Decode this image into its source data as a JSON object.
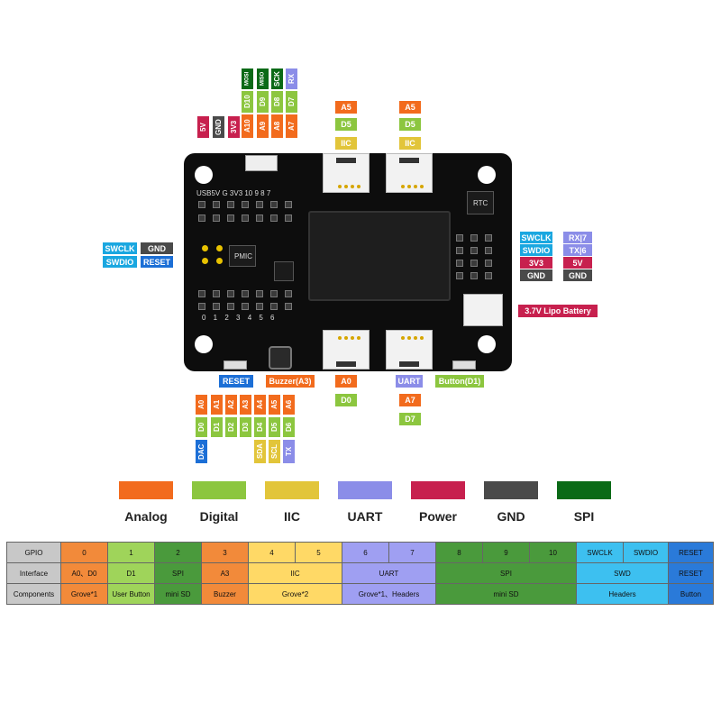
{
  "colors": {
    "analog": "#f26b1d",
    "digital": "#8cc63f",
    "iic": "#e2c53a",
    "uart": "#8b8de8",
    "power": "#c7204e",
    "gnd": "#4a4a4a",
    "spi": "#0b6a17",
    "swd": "#1aa7e0",
    "reset": "#1c6fd6"
  },
  "top_header": {
    "power_pins": [
      "5V",
      "GND",
      "3V3"
    ],
    "gpio_cols": [
      {
        "analog": "A10",
        "digital": "D10",
        "spi": "MOSI"
      },
      {
        "analog": "A9",
        "digital": "D9",
        "spi": "MISO"
      },
      {
        "analog": "A8",
        "digital": "D8",
        "spi": "SCK"
      },
      {
        "analog": "A7",
        "digital": "D7",
        "uart": "RX"
      }
    ]
  },
  "grove_top_left": [
    "A5",
    "D5",
    "IIC"
  ],
  "grove_top_right": [
    "A5",
    "D5",
    "IIC"
  ],
  "left_labels": {
    "swclk": "SWCLK",
    "gnd": "GND",
    "swdio": "SWDIO",
    "reset": "RESET"
  },
  "right_labels": {
    "swclk": "SWCLK",
    "rx": "RX|7",
    "swdio": "SWDIO",
    "tx": "TX|6",
    "v33": "3V3",
    "v5": "5V",
    "gnd1": "GND",
    "gnd2": "GND",
    "battery": "3.7V Lipo Battery"
  },
  "board": {
    "rtc": "RTC",
    "pmic": "PMIC",
    "top_row_label": "USB5V  G  3V3  10  9  8  7",
    "bottom_row_label": "0  1  2  3  4  5  6"
  },
  "bottom_labels": {
    "reset": "RESET",
    "buzzer": "Buzzer(A3)",
    "uart": "UART",
    "button": "Button(D1)",
    "grove_a0": "A0",
    "grove_d0": "D0",
    "grove_a7": "A7",
    "grove_d7": "D7"
  },
  "bottom_header": {
    "analog": [
      "A0",
      "A1",
      "A2",
      "A3",
      "A4",
      "A5",
      "A6"
    ],
    "digital": [
      "D0",
      "D1",
      "D2",
      "D3",
      "D4",
      "D5",
      "D6"
    ],
    "extra": [
      "DAC",
      "",
      "",
      "",
      "SDA",
      "SCL",
      "TX"
    ]
  },
  "legend": [
    "Analog",
    "Digital",
    "IIC",
    "UART",
    "Power",
    "GND",
    "SPI"
  ],
  "table": {
    "row_gpio": [
      "GPIO",
      "0",
      "1",
      "2",
      "3",
      "4",
      "5",
      "6",
      "7",
      "8",
      "9",
      "10",
      "SWCLK",
      "SWDIO",
      "RESET"
    ],
    "row_interface": [
      "Interface",
      "A0、D0",
      "D1",
      "SPI",
      "A3",
      "IIC",
      "UART",
      "SPI",
      "SWD",
      "RESET"
    ],
    "row_components": [
      "Components",
      "Grove*1",
      "User Button",
      "mini SD",
      "Buzzer",
      "Grove*2",
      "Grove*1、Headers",
      "mini SD",
      "Headers",
      "Button"
    ]
  }
}
